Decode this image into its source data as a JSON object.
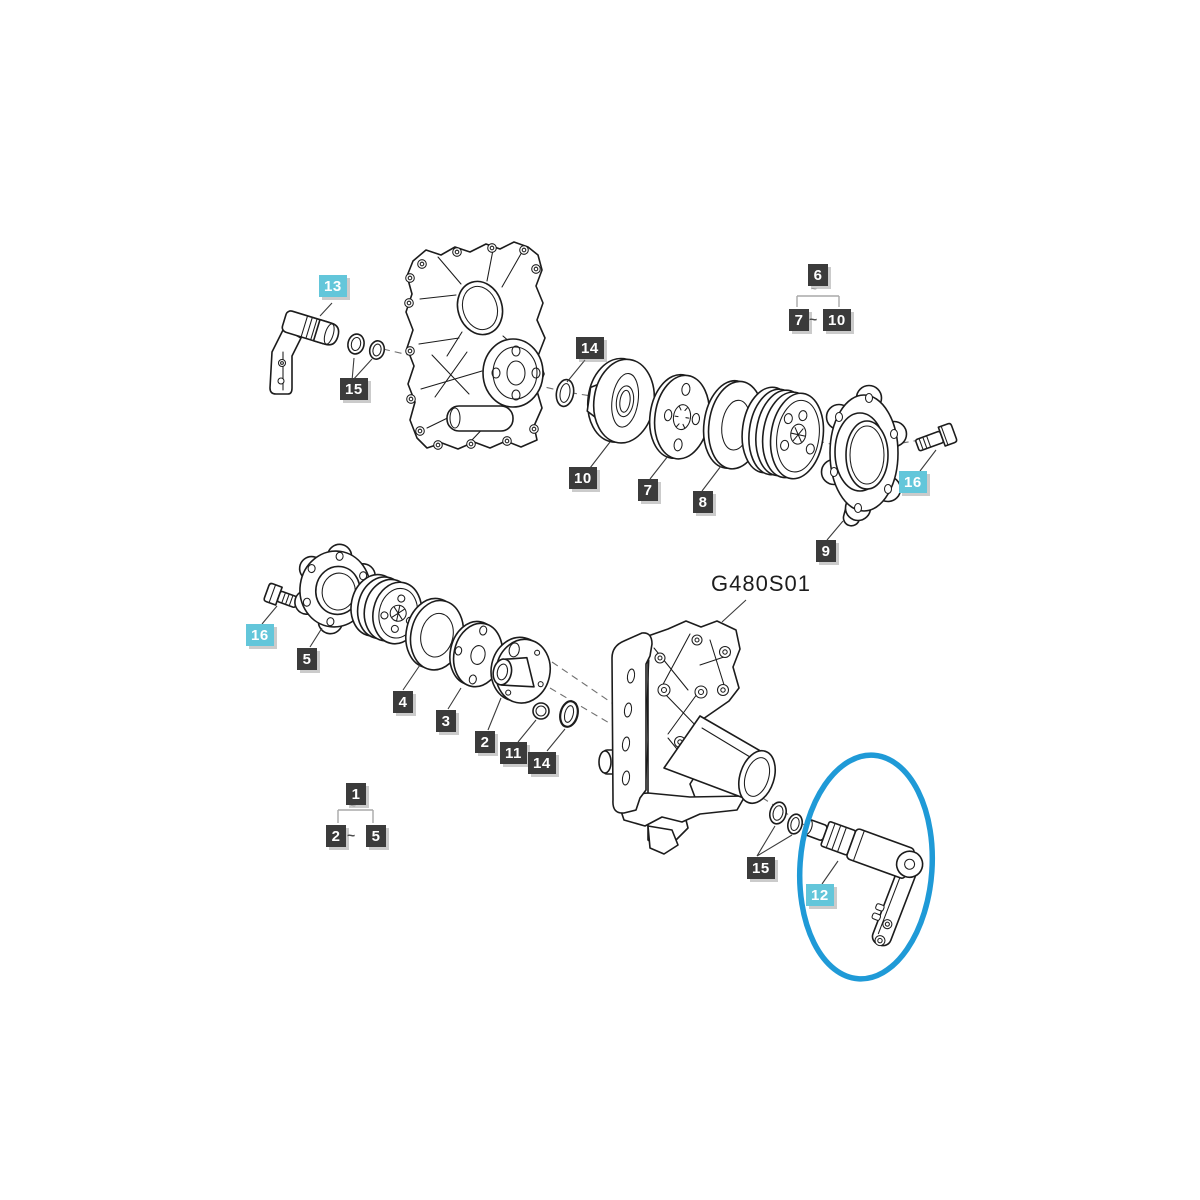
{
  "diagram": {
    "code": "G480S01"
  },
  "colors": {
    "highlight": "#1f9ad7",
    "label_dark": "#3b3b3b",
    "label_cyan": "#63c6da",
    "line": "#1c1c1c"
  },
  "labels": {
    "p13": "13",
    "p15_top": "15",
    "p14_top": "14",
    "p10": "10",
    "p7": "7",
    "p8": "8",
    "p9": "9",
    "p16_top": "16",
    "g6": "6",
    "g6_from": "7",
    "g6_sep": "~",
    "g6_to": "10",
    "g6_tick": "~",
    "p16_bottom": "16",
    "p5": "5",
    "p4": "4",
    "p3": "3",
    "p2": "2",
    "p11": "11",
    "p14_bottom": "14",
    "g1": "1",
    "g1_from": "2",
    "g1_sep": "~",
    "g1_to": "5",
    "g1_tick": "~",
    "p15_bottom": "15",
    "p12": "12"
  },
  "highlighted_parts": [
    "13",
    "16",
    "12"
  ]
}
